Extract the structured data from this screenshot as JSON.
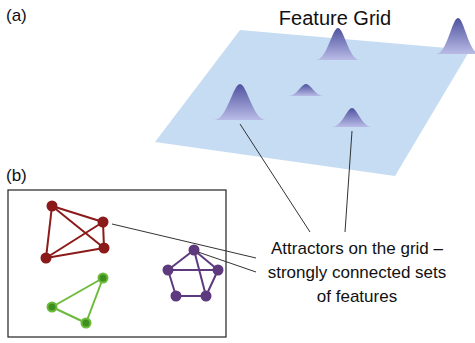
{
  "diagram": {
    "labels": [
      "(a)",
      "Feature Grid",
      "(b)",
      "Attractors on the grid – strongly connected sets of features"
    ]
  }
}
